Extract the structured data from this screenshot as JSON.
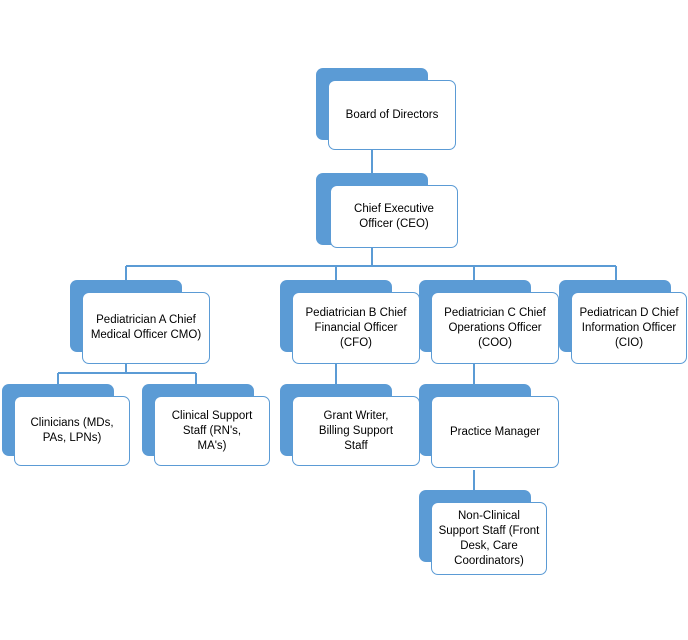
{
  "org_chart": {
    "nodes": {
      "board": "Board of Directors",
      "ceo": "Chief Executive Officer (CEO)",
      "cmo": "Pediatrician A Chief Medical Officer CMO)",
      "cfo": "Pediatrician B Chief Financial Officer (CFO)",
      "coo": "Pediatrician C Chief Operations Officer (COO)",
      "cio": "Pediatrican D Chief Information Officer (CIO)",
      "clinicians": "Clinicians (MDs, PAs, LPNs)",
      "clinical_support": "Clinical Support Staff (RN's, MA's)",
      "grant_writer": "Grant Writer, Billing Support Staff",
      "practice_manager": "Practice Manager",
      "non_clinical": "Non-Clinical Support Staff (Front Desk, Care Coordinators)"
    },
    "colors": {
      "accent": "#5b9bd5",
      "card_fill": "#ffffff",
      "text": "#000000"
    }
  }
}
